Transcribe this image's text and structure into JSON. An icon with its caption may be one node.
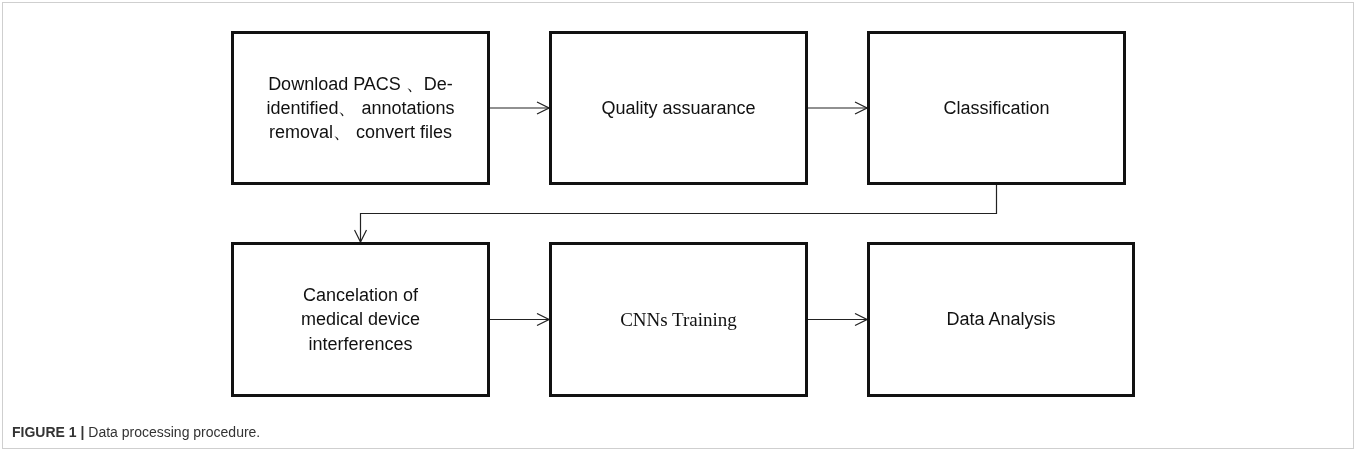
{
  "diagram": {
    "caption": "**FIGURE 1 |** Data processing procedure.",
    "nodes": [
      {
        "text": [
          "Download PACS 、De-identified、 annotations removal、 convert files"
        ]
      },
      {
        "text": [
          "Quality assuarance"
        ]
      },
      {
        "text": [
          "Classification"
        ]
      },
      {
        "text": [
          "Cancelation of medical device interferences"
        ]
      },
      {
        "text": [
          "CNNs Training"
        ]
      },
      {
        "text": [
          "Data Analysis"
        ]
      }
    ],
    "edges": [
      {
        "from": 0,
        "to": 1,
        "arrow": "to"
      },
      {
        "from": 1,
        "to": 2,
        "arrow": "to"
      },
      {
        "from": 2,
        "to": 3,
        "arrow": "to"
      },
      {
        "from": 3,
        "to": 4,
        "arrow": "to"
      },
      {
        "from": 4,
        "to": 5,
        "arrow": "to"
      }
    ]
  }
}
